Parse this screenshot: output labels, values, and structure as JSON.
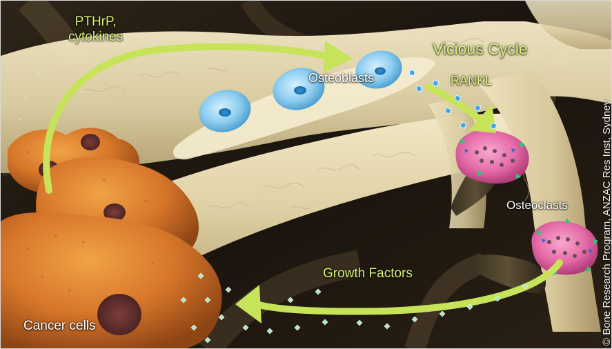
{
  "labels": {
    "pthrp_line1": "PTHrP,",
    "pthrp_line2": "cytokines",
    "vicious_cycle": "Vicious Cycle",
    "rankl": "RANKL",
    "osteoblasts": "Osteoblasts",
    "osteoclasts": "Osteoclasts",
    "growth_factors": "Growth Factors",
    "cancer_cells": "Cancer cells",
    "copyright": "© Bone Research Program, ANZAC Res Inst, Sydney"
  },
  "colors": {
    "arrow": "#c6e35a",
    "label_accent": "#d8f07a",
    "bone": "#e3d5ad",
    "osteoblast": "#8ccdf0",
    "osteoclast": "#e56ca8",
    "cancer": "#d7762a",
    "particle_blue": "#3aa6e8",
    "particle_green": "#a9dfb8"
  }
}
